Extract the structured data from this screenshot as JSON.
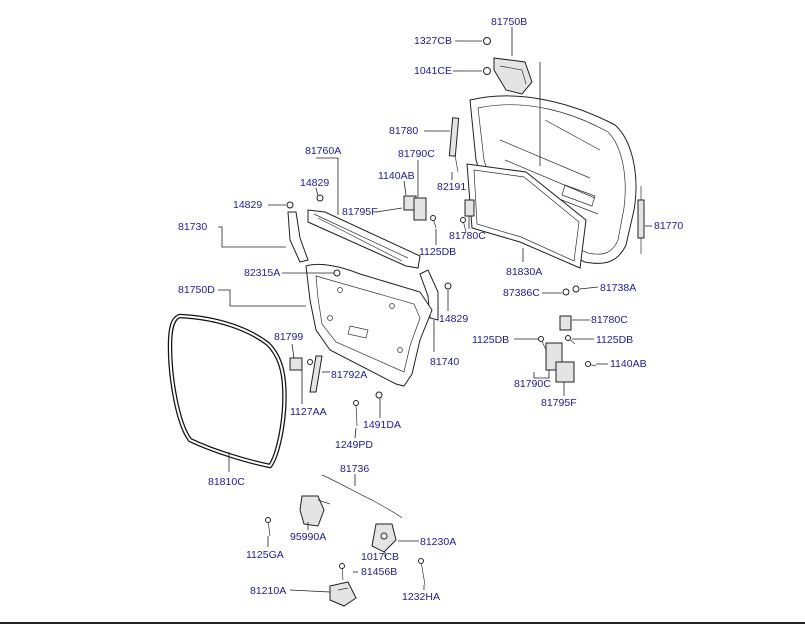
{
  "labels": {
    "p81750B": "81750B",
    "p1327CB": "1327CB",
    "p1041CE": "1041CE",
    "p81780": "81780",
    "p81790C_top": "81790C",
    "p81760A": "81760A",
    "p14829_top": "14829",
    "p1140AB_top": "1140AB",
    "p82191": "82191",
    "p14829_left": "14829",
    "p81795F_top": "81795F",
    "p81730": "81730",
    "p81780C_top": "81780C",
    "p1125DB_top": "1125DB",
    "p81770": "81770",
    "p81830A": "81830A",
    "p82315A": "82315A",
    "p81750D": "81750D",
    "p87386C": "87386C",
    "p81738A": "81738A",
    "p14829_right": "14829",
    "p81780C_right": "81780C",
    "p81799": "81799",
    "p1125DB_left": "1125DB",
    "p1125DB_right": "1125DB",
    "p81740": "81740",
    "p1140AB_right": "1140AB",
    "p81792A": "81792A",
    "p81790C_right": "81790C",
    "p1127AA": "1127AA",
    "p1491DA": "1491DA",
    "p81795F_right": "81795F",
    "p1249PD": "1249PD",
    "p81810C": "81810C",
    "p81736": "81736",
    "p95990A": "95990A",
    "p81230A": "81230A",
    "p1125GA": "1125GA",
    "p1017CB": "1017CB",
    "p81456B": "81456B",
    "p81210A": "81210A",
    "p1232HA": "1232HA"
  }
}
